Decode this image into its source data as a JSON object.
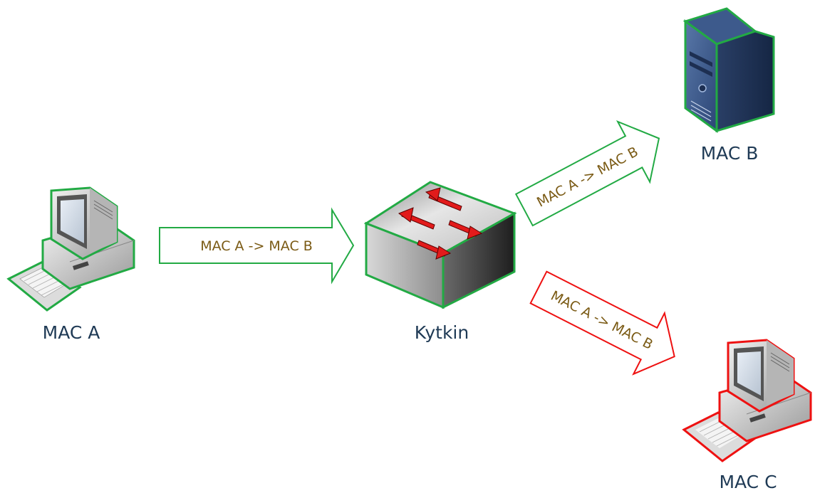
{
  "nodes": {
    "mac_a": {
      "label": "MAC A",
      "icon": "desktop-computer-icon"
    },
    "switch": {
      "label": "Kytkin",
      "icon": "network-switch-icon"
    },
    "mac_b": {
      "label": "MAC B",
      "icon": "server-tower-icon"
    },
    "mac_c": {
      "label": "MAC C",
      "icon": "desktop-computer-icon"
    }
  },
  "arrows": {
    "a_to_switch": {
      "label": "MAC A -> MAC B",
      "color": "#22aa44"
    },
    "switch_to_b": {
      "label": "MAC A -> MAC B",
      "color": "#22aa44"
    },
    "switch_to_c": {
      "label": "MAC A -> MAC B",
      "color": "#ee1111"
    }
  },
  "colors": {
    "ok": "#22aa44",
    "blocked": "#ee1111",
    "label_text": "#1f3a55",
    "arrow_text": "#7a5a14"
  }
}
